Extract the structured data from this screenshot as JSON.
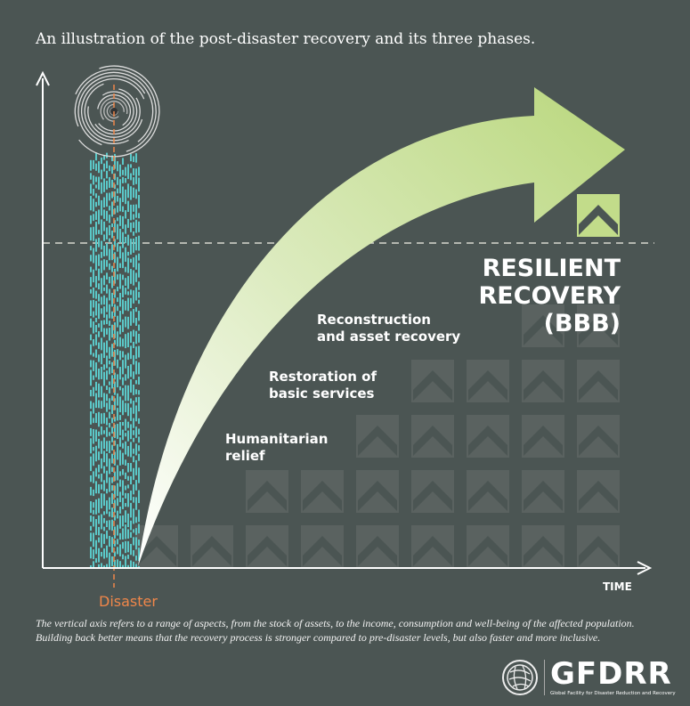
{
  "title": "An illustration of the post-disaster recovery and its three phases.",
  "phases": [
    {
      "label": "Humanitarian relief",
      "lines": [
        "Humanitarian",
        "relief"
      ]
    },
    {
      "label": "Restoration of basic services",
      "lines": [
        "Restoration of",
        "basic services"
      ]
    },
    {
      "label": "Reconstruction and asset recovery",
      "lines": [
        "Reconstruction",
        "and asset recovery"
      ]
    }
  ],
  "outcome": {
    "lines": [
      "RESILIENT",
      "RECOVERY",
      "(BBB)"
    ]
  },
  "axis": {
    "x_label": "TIME",
    "event_label": "Disaster"
  },
  "caption": "The vertical axis refers to a range of aspects, from the stock of assets, to the income, consumption and well-being of the affected population. Building back better means that the recovery process is stronger compared to pre-disaster levels, but also faster and more inclusive.",
  "logo": {
    "name": "GFDRR",
    "subtitle": "Global Facility for Disaster Reduction and Recovery"
  },
  "colors": {
    "background": "#4b5553",
    "arrow_green": "#c2dc8a",
    "disaster_cyan": "#5bc8c8",
    "disaster_orange": "#f0874a",
    "tile": "#5a6260"
  },
  "icons": [
    "cyclone-icon",
    "chevron-up-icon",
    "globe-icon"
  ]
}
